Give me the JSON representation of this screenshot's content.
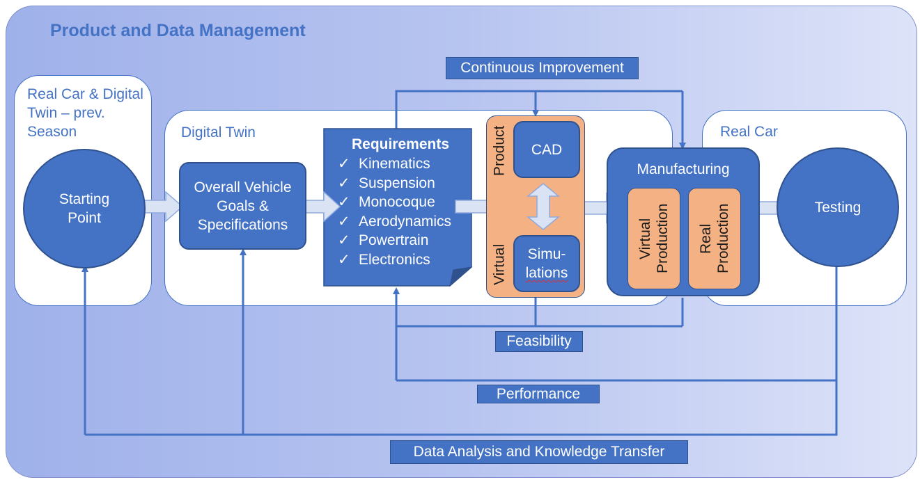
{
  "title": "Product and Data Management",
  "panels": {
    "prev_season": "Real Car & Digital Twin – prev. Season",
    "digital_twin": "Digital Twin",
    "real_car": "Real Car"
  },
  "nodes": {
    "starting_point": "Starting Point",
    "goals": "Overall Vehicle Goals & Specifications",
    "cad": "CAD",
    "simulations_1": "Simu-",
    "simulations_2": "lations",
    "product": "Product",
    "virtual": "Virtual",
    "manufacturing": "Manufacturing",
    "virtual_production": "Virtual Production",
    "real_production": "Real Production",
    "testing": "Testing"
  },
  "requirements": {
    "heading": "Requirements",
    "check_glyph": "✓",
    "items": [
      "Kinematics",
      "Suspension",
      "Monocoque",
      "Aerodynamics",
      "Powertrain",
      "Electronics"
    ]
  },
  "loops": {
    "continuous_improvement": "Continuous Improvement",
    "feasibility": "Feasibility",
    "performance": "Performance",
    "data_analysis": "Data Analysis and Knowledge Transfer"
  },
  "colors": {
    "primary": "#4472c4",
    "primary_dark": "#2f528f",
    "orange": "#f4b183",
    "arrow_fill": "#dae3f3"
  }
}
